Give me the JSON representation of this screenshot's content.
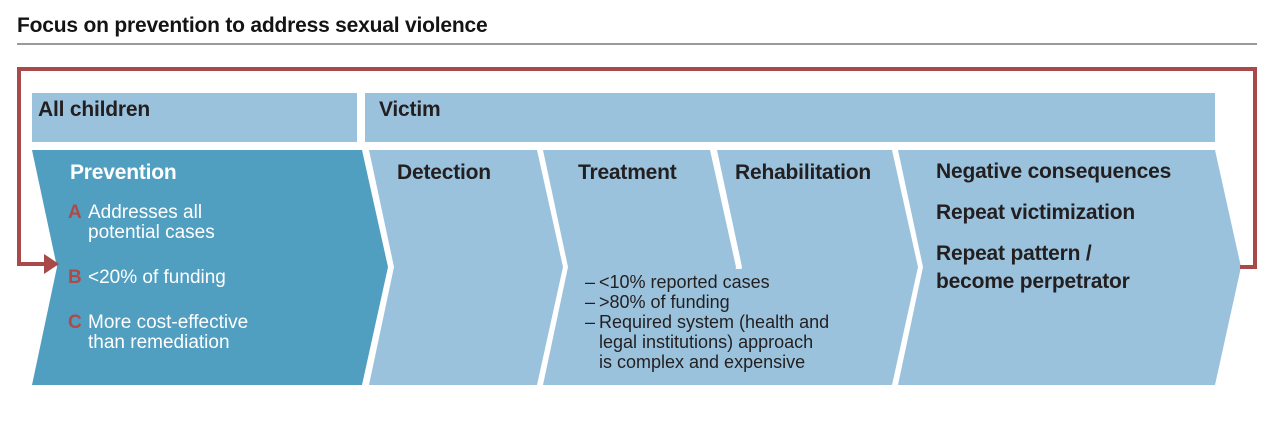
{
  "title": "Focus on prevention to address sexual violence",
  "colors": {
    "light_blue": "#9AC2DC",
    "dark_blue": "#509EC0",
    "red": "#A84A4A",
    "letter_red": "#B04A48",
    "text_dark": "#231F20"
  },
  "headers": {
    "all_children": "All children",
    "victim": "Victim"
  },
  "stages": {
    "prevention": {
      "label": "Prevention",
      "items": [
        {
          "letter": "A",
          "text": "Addresses all\npotential cases"
        },
        {
          "letter": "B",
          "text": "<20% of funding"
        },
        {
          "letter": "C",
          "text": "More cost-effective\nthan remediation"
        }
      ]
    },
    "detection": {
      "label": "Detection"
    },
    "treatment": {
      "label": "Treatment",
      "bullet_dash": "–",
      "bullets": [
        "<10% reported cases",
        ">80% of funding",
        "Required system (health and\nlegal institutions) approach\nis complex and expensive"
      ]
    },
    "rehabilitation": {
      "label": "Rehabilitation"
    },
    "outcomes": {
      "lines": [
        "Negative consequences",
        "Repeat victimization",
        "Repeat pattern /\nbecome perpetrator"
      ]
    }
  }
}
